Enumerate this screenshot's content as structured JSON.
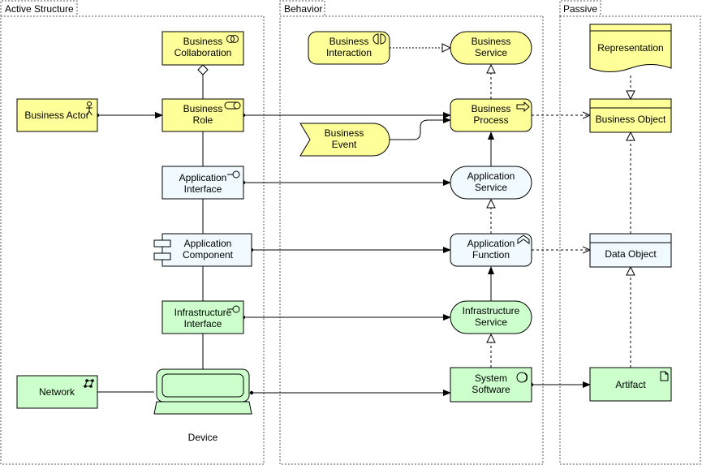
{
  "groups": {
    "active": "Active Structure",
    "behavior": "Behavior",
    "passive": "Passive"
  },
  "nodes": {
    "business_collaboration": [
      "Business",
      "Collaboration"
    ],
    "business_actor": "Business Actor",
    "business_role": [
      "Business",
      "Role"
    ],
    "application_interface": [
      "Application",
      "Interface"
    ],
    "application_component": [
      "Application",
      "Component"
    ],
    "infrastructure_interface": [
      "Infrastructure",
      "Interface"
    ],
    "network": "Network",
    "device": "Device",
    "business_interaction": [
      "Business",
      "Interaction"
    ],
    "business_service": [
      "Business",
      "Service"
    ],
    "business_event": [
      "Business",
      "Event"
    ],
    "business_process": [
      "Business",
      "Process"
    ],
    "application_service": [
      "Application",
      "Service"
    ],
    "application_function": [
      "Application",
      "Function"
    ],
    "infrastructure_service": [
      "Infrastructure",
      "Service"
    ],
    "system_software": [
      "System",
      "Software"
    ],
    "representation": "Representation",
    "business_object": "Business Object",
    "data_object": "Data Object",
    "artifact": "Artifact"
  },
  "colors": {
    "business": "#ffff99",
    "application": "#f0faff",
    "technology": "#ccffcc"
  }
}
